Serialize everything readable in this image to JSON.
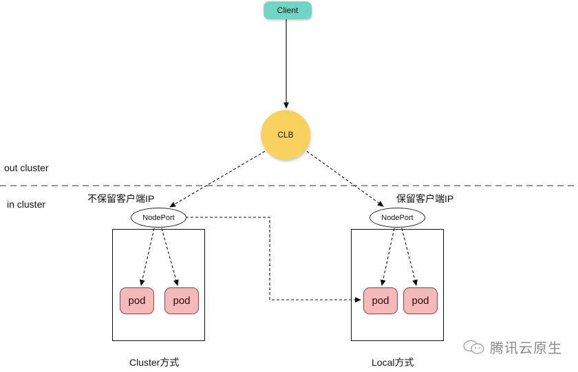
{
  "nodes": {
    "client": "Client",
    "clb": "CLB",
    "nodeport_left": "NodePort",
    "nodeport_right": "NodePort",
    "pods_left": [
      "pod",
      "pod"
    ],
    "pods_right": [
      "pod",
      "pod"
    ]
  },
  "zones": {
    "out": "out cluster",
    "in": "in cluster"
  },
  "annotations": {
    "left": "不保留客户端IP",
    "right": "保留客户端IP"
  },
  "captions": {
    "left": "Cluster方式",
    "right": "Local方式"
  },
  "watermark": {
    "icon": "wechat-icon",
    "text": "腾讯云原生"
  },
  "colors": {
    "client": "#70d6c4",
    "clb": "#f8d15f",
    "pod": "#f6b9b9"
  }
}
